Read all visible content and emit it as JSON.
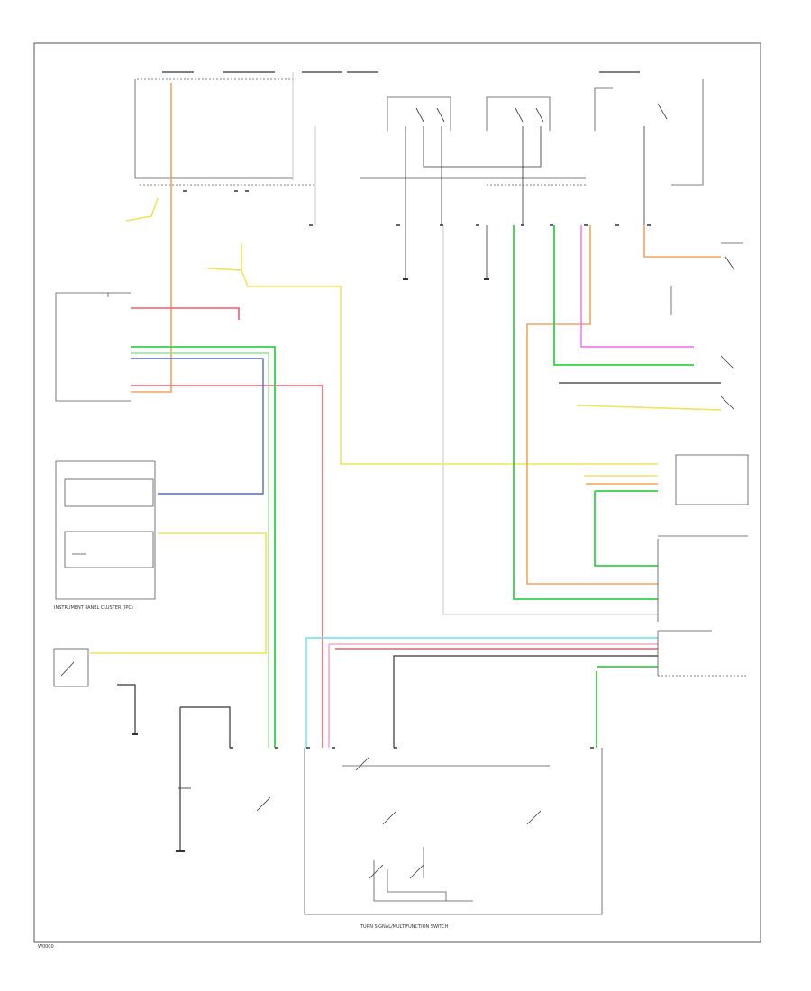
{
  "page_code": "W0000",
  "labels": {
    "cluster_title": "INSTRUMENT PANEL CLUSTER (IPC)",
    "shifter_title": "TURN SIGNAL/MULTIFUNCTION SWITCH"
  },
  "colors": {
    "orange": "#f5a35a",
    "yellow": "#f2e35a",
    "red": "#f25a6e",
    "pink": "#f7a9c0",
    "green": "#34d34a",
    "light_green": "#8ee88e",
    "blue": "#5566dd",
    "cyan": "#66e0f2",
    "magenta": "#f26af2",
    "gray": "#c8c8c8",
    "black": "#333333",
    "border": "#555555"
  }
}
